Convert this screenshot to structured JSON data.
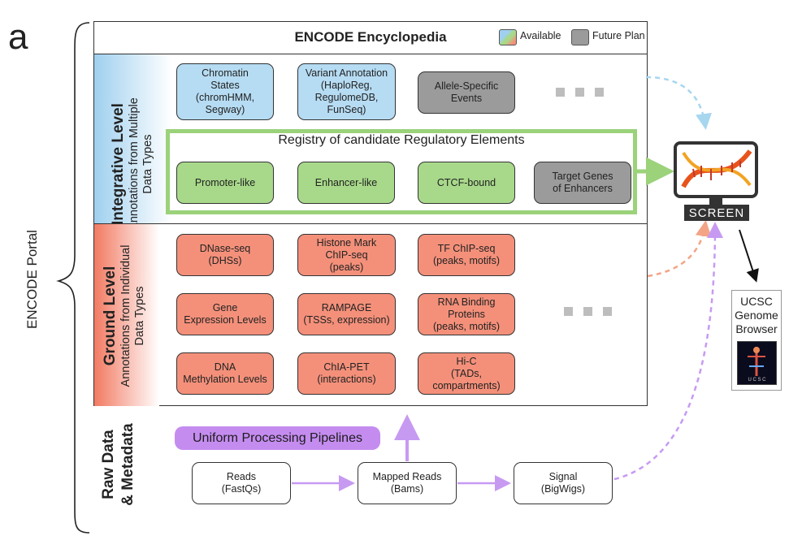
{
  "panel_letter": "a",
  "portal_label": "ENCODE Portal",
  "header": {
    "title": "ENCODE Encyclopedia",
    "legend_available": "Available",
    "legend_future": "Future Plan"
  },
  "integrative": {
    "title": "Integrative Level",
    "subtitle": "Annotations from Multiple\nData Types",
    "boxes": [
      "Chromatin\nStates\n(chromHMM,\nSegway)",
      "Variant Annotation\n(HaploReg,\nRegulomeDB,\nFunSeq)",
      "Allele-Specific\nEvents"
    ],
    "registry": {
      "title": "Registry of candidate Regulatory Elements",
      "boxes": [
        "Promoter-like",
        "Enhancer-like",
        "CTCF-bound",
        "Target Genes\nof Enhancers"
      ]
    }
  },
  "ground": {
    "title": "Ground Level",
    "subtitle": "Annotations from Individual\nData Types",
    "boxes": [
      "DNase-seq\n(DHSs)",
      "Histone Mark\nChIP-seq\n(peaks)",
      "TF ChIP-seq\n(peaks, motifs)",
      "Gene\nExpression Levels",
      "RAMPAGE\n(TSSs, expression)",
      "RNA Binding\nProteins\n(peaks, motifs)",
      "DNA\nMethylation Levels",
      "ChIA-PET\n(interactions)",
      "Hi-C\n(TADs,\ncompartments)"
    ]
  },
  "raw": {
    "title": "Raw Data\n& Metadata",
    "pipeline_label": "Uniform Processing Pipelines",
    "steps": [
      "Reads\n(FastQs)",
      "Mapped Reads\n(Bams)",
      "Signal\n(BigWigs)"
    ]
  },
  "screen": {
    "label": "SCREEN"
  },
  "ucsc": {
    "label": "UCSC\nGenome\nBrowser",
    "logo_text": "U C S C"
  },
  "colors": {
    "integrative_band": "#9fd0ef",
    "ground_band": "#f27a62",
    "registry_border": "#9bd27a",
    "pipeline": "#c58cf0",
    "arrow_blue": "#a7d6ef",
    "arrow_orange": "#f3a486",
    "arrow_purple": "#c79af2"
  }
}
